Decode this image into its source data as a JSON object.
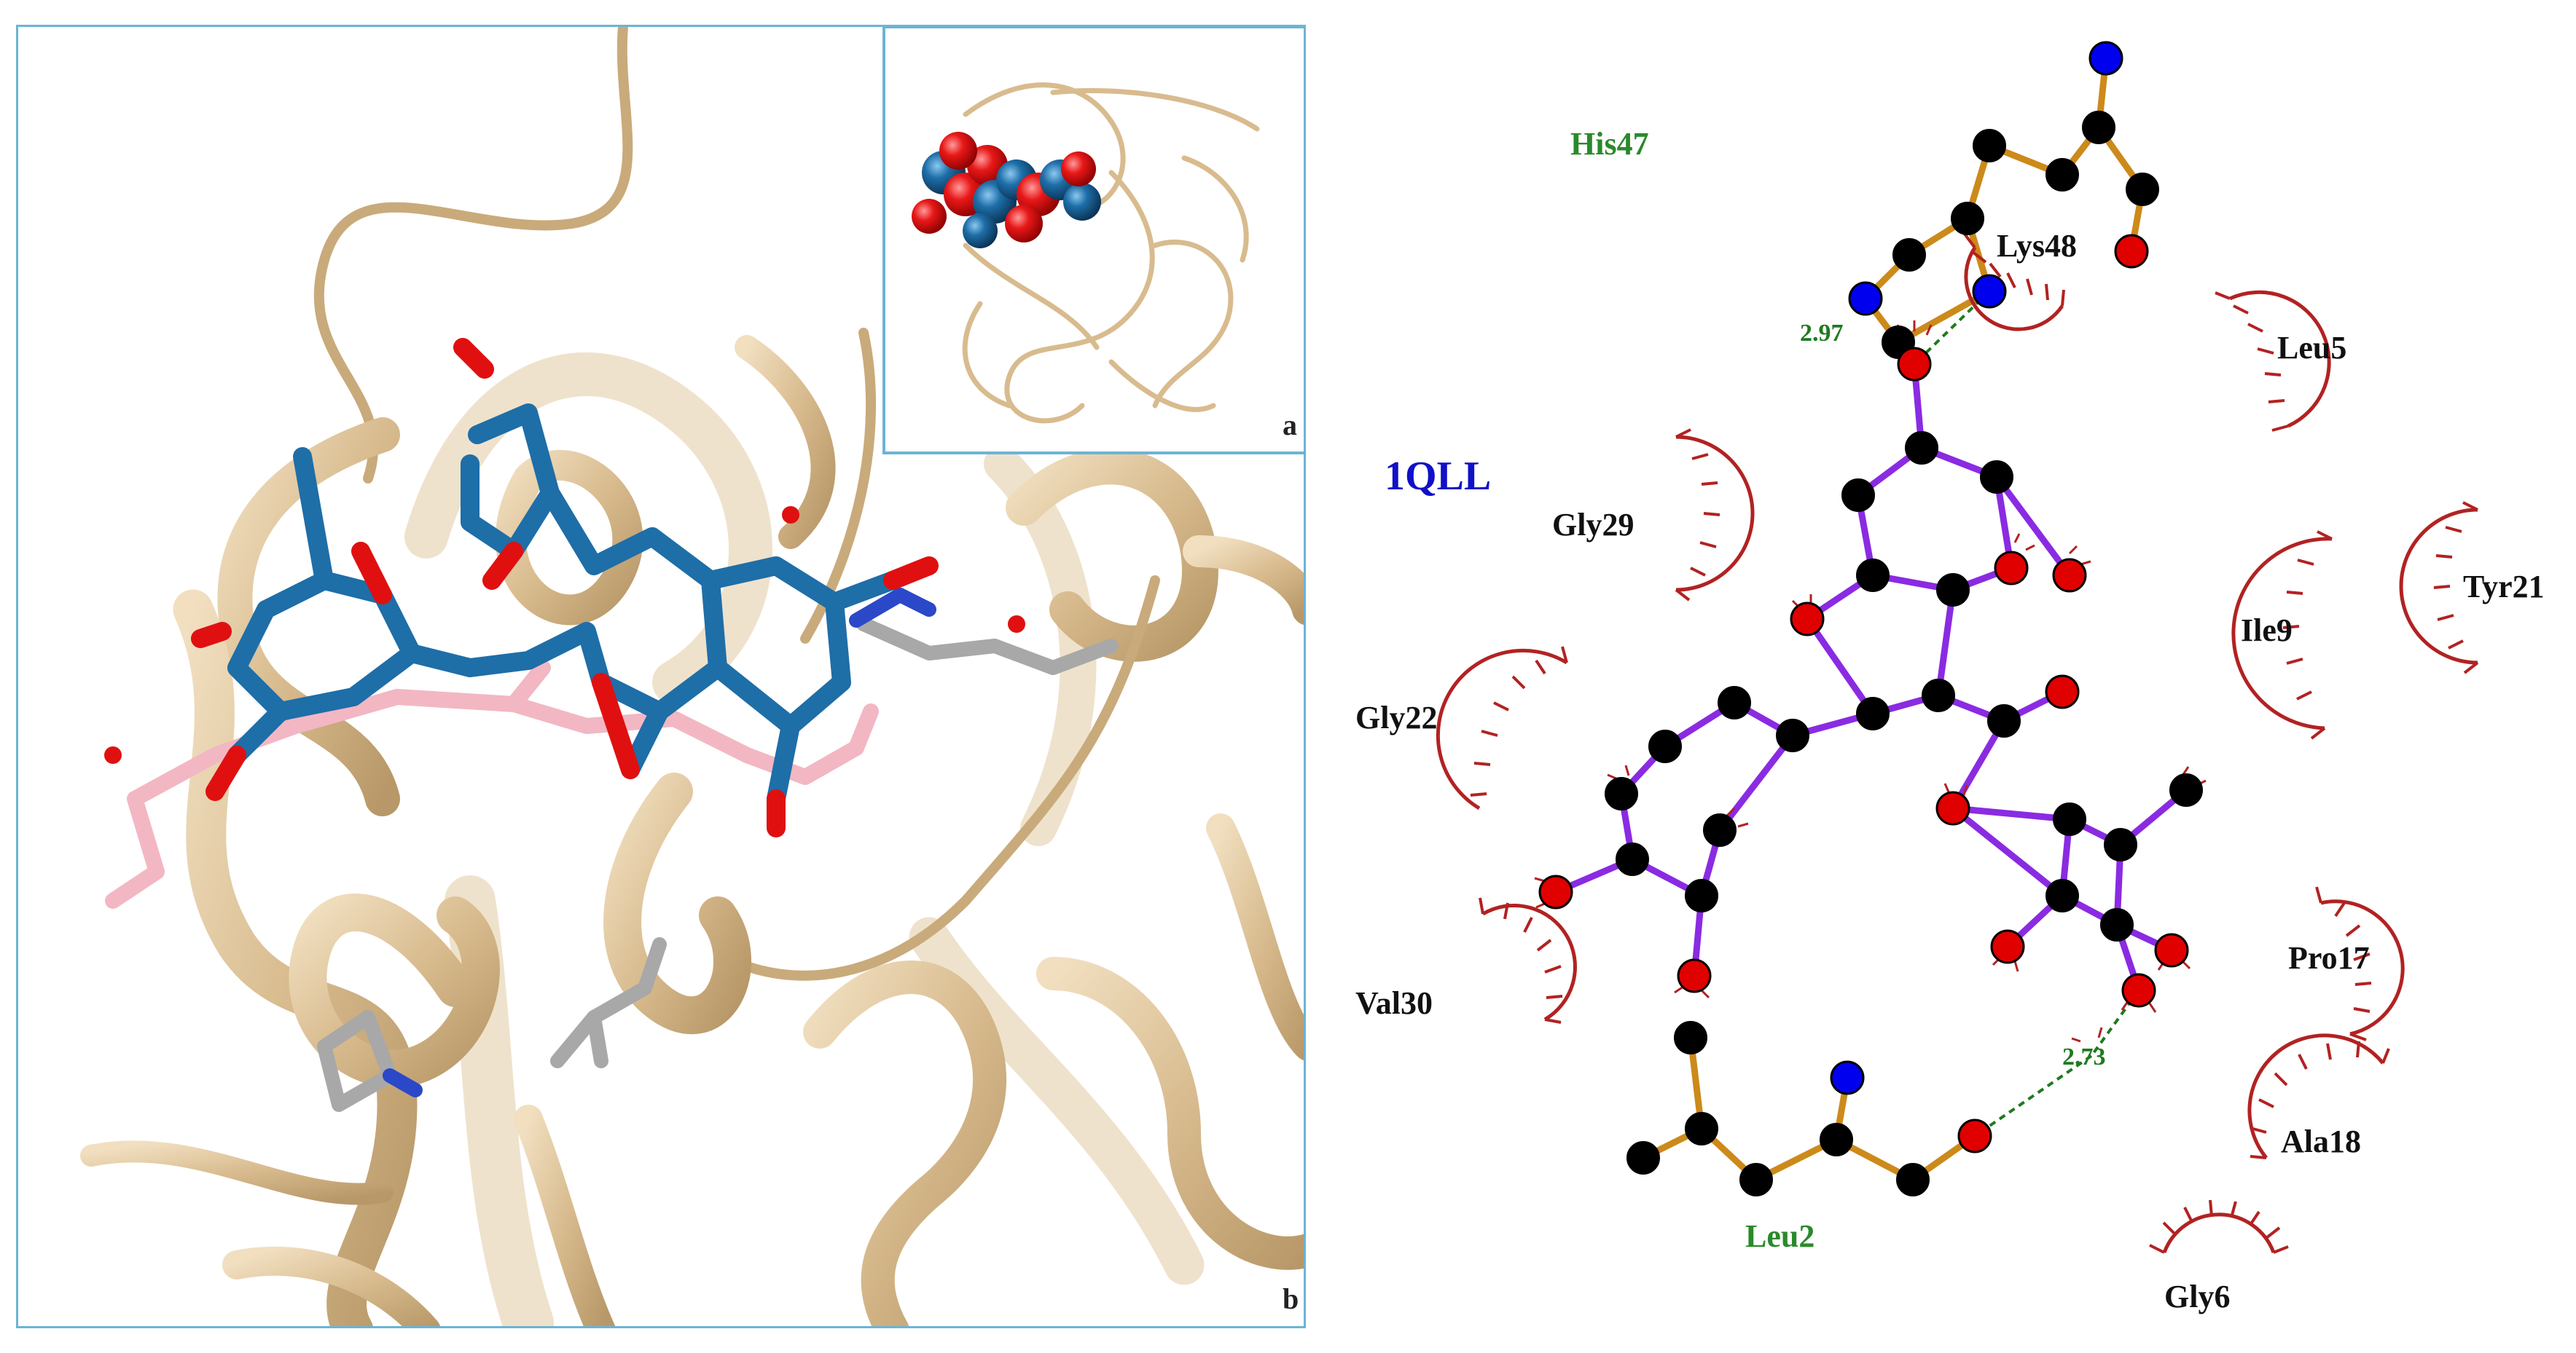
{
  "panels": {
    "inset_label": "a",
    "main_label": "b"
  },
  "ligplot": {
    "pdb_id": "1QLL",
    "hbond_distances": [
      "2.97",
      "2.73"
    ],
    "hbond_residues": [
      "His47",
      "Leu2"
    ],
    "hydrophobic_residues": [
      "Lys48",
      "Leu5",
      "Gly29",
      "Tyr21",
      "Ile9",
      "Gly22",
      "Val30",
      "Pro17",
      "Ala18",
      "Gly6"
    ],
    "colors": {
      "ligand_bond": "#8a2be2",
      "residue_bond": "#cc8a1a",
      "hbond_label": "#1f7a1f",
      "hbond_residue_label": "#2a8a2a",
      "contact_arc": "#b22222",
      "pdb_id": "#1010c8",
      "carbon": "#000000",
      "oxygen": "#e00000",
      "nitrogen": "#0000ee"
    }
  },
  "structure_colors": {
    "ribbon": "#dcc39b",
    "ligand": "#1e6ea8",
    "oxygen": "#e01010",
    "nitrogen": "#1e3cd0",
    "alt_ligand": "#f2b7c3",
    "side_chain": "#a8a8a8",
    "frame": "#6cb4d4"
  }
}
